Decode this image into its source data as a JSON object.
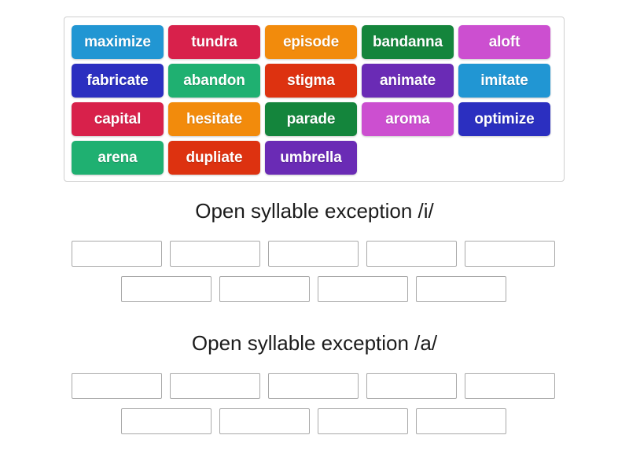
{
  "activity": {
    "type": "group-sort",
    "colors": {
      "blue": "#2196d3",
      "crimson": "#d8214b",
      "orange": "#f28b0c",
      "green": "#14853c",
      "magenta": "#cc4fd0",
      "indigo": "#2b2fc0",
      "emerald": "#1fb071",
      "red_orange": "#dd3210",
      "purple": "#6a2bb5",
      "tile_text": "#ffffff",
      "dropzone_border": "#a9a9a9",
      "bank_border": "#cfcfcf",
      "heading_text": "#1c1c1c",
      "page_background": "#ffffff"
    }
  },
  "word_bank": {
    "tiles": [
      {
        "label": "maximize",
        "color": "#2196d3"
      },
      {
        "label": "tundra",
        "color": "#d8214b"
      },
      {
        "label": "episode",
        "color": "#f28b0c"
      },
      {
        "label": "bandanna",
        "color": "#14853c"
      },
      {
        "label": "aloft",
        "color": "#cc4fd0"
      },
      {
        "label": "fabricate",
        "color": "#2b2fc0"
      },
      {
        "label": "abandon",
        "color": "#1fb071"
      },
      {
        "label": "stigma",
        "color": "#dd3210"
      },
      {
        "label": "animate",
        "color": "#6a2bb5"
      },
      {
        "label": "imitate",
        "color": "#2196d3"
      },
      {
        "label": "capital",
        "color": "#d8214b"
      },
      {
        "label": "hesitate",
        "color": "#f28b0c"
      },
      {
        "label": "parade",
        "color": "#14853c"
      },
      {
        "label": "aroma",
        "color": "#cc4fd0"
      },
      {
        "label": "optimize",
        "color": "#2b2fc0"
      },
      {
        "label": "arena",
        "color": "#1fb071"
      },
      {
        "label": "dupliate",
        "color": "#dd3210"
      },
      {
        "label": "umbrella",
        "color": "#6a2bb5"
      }
    ]
  },
  "categories": [
    {
      "title": "Open syllable exception /i/",
      "rows": [
        {
          "slots": [
            "",
            "",
            "",
            "",
            ""
          ]
        },
        {
          "slots": [
            "",
            "",
            "",
            ""
          ]
        }
      ]
    },
    {
      "title": "Open syllable exception /a/",
      "rows": [
        {
          "slots": [
            "",
            "",
            "",
            "",
            ""
          ]
        },
        {
          "slots": [
            "",
            "",
            "",
            ""
          ]
        }
      ]
    }
  ]
}
